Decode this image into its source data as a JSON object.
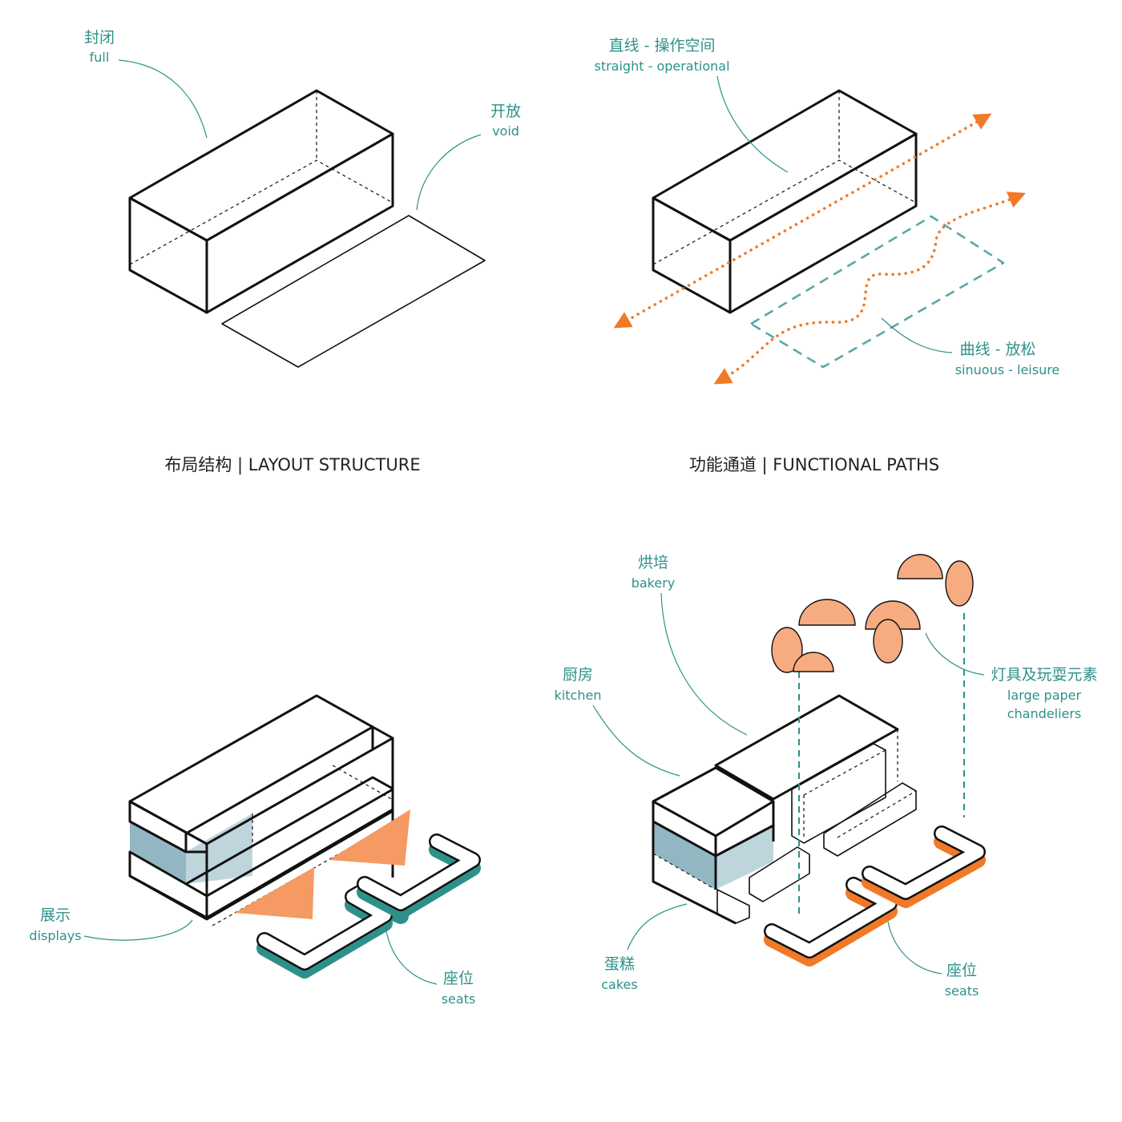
{
  "colors": {
    "accent_teal": "#2e9189",
    "accent_orange": "#f07a28",
    "orange_fill": "#f59a63",
    "chandelier_fill": "#f6ab80",
    "display_blue": "#9fbfca",
    "line": "#111111"
  },
  "panels": {
    "layout": {
      "title": "布局结构 | LAYOUT STRUCTURE",
      "full": {
        "cn": "封闭",
        "en": "full"
      },
      "void": {
        "cn": "开放",
        "en": "void"
      }
    },
    "functional": {
      "title": "功能通道 | FUNCTIONAL PATHS",
      "straight": {
        "cn": "直线 - 操作空间",
        "en": "straight - operational"
      },
      "sinuous": {
        "cn": "曲线 - 放松",
        "en": "sinuous - leisure"
      }
    },
    "displays": {
      "displays": {
        "cn": "展示",
        "en": "displays"
      },
      "seats": {
        "cn": "座位",
        "en": "seats"
      }
    },
    "program": {
      "bakery": {
        "cn": "烘培",
        "en": "bakery"
      },
      "kitchen": {
        "cn": "厨房",
        "en": "kitchen"
      },
      "chandeliers": {
        "cn": "灯具及玩耍元素",
        "en_line1": "large paper",
        "en_line2": "chandeliers"
      },
      "cakes": {
        "cn": "蛋糕",
        "en": "cakes"
      },
      "seats": {
        "cn": "座位",
        "en": "seats"
      }
    }
  }
}
